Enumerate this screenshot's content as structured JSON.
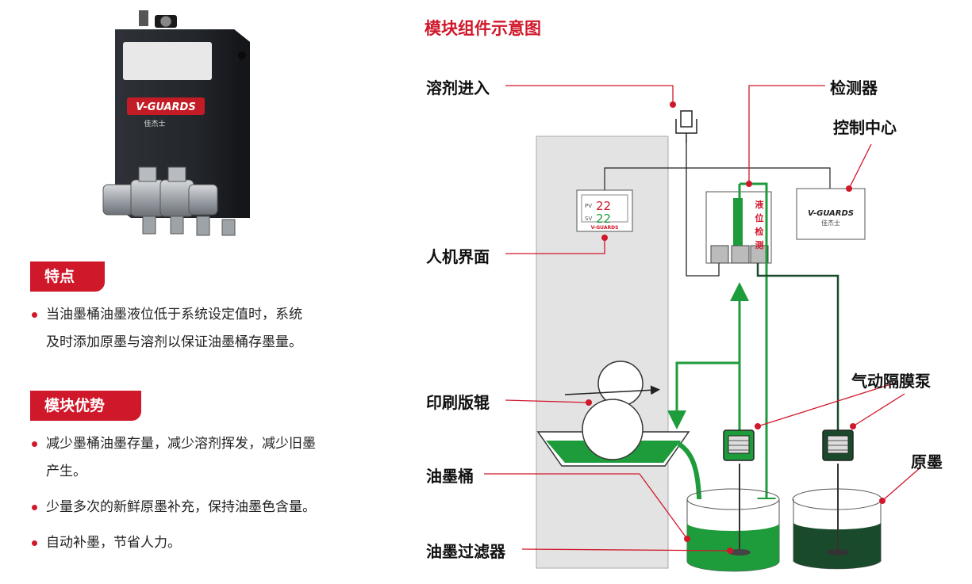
{
  "product": {
    "brand": "V-GUARDS",
    "brand_sub": "佳杰士"
  },
  "features": {
    "title": "特点",
    "items": [
      "当油墨桶油墨液位低于系统设定值时，系统",
      "及时添加原墨与溶剂以保证油墨桶存墨量。"
    ]
  },
  "advantages": {
    "title": "模块优势",
    "items": [
      "减少墨桶油墨存量，减少溶剂挥发，减少旧墨",
      "产生。",
      "少量多次的新鲜原墨补充，保持油墨色含量。",
      "自动补墨，节省人力。"
    ]
  },
  "diagram": {
    "title": "模块组件示意图",
    "labels": {
      "solvent_in": "溶剂进入",
      "detector": "检测器",
      "control_center": "控制中心",
      "hmi": "人机界面",
      "roller": "印刷版辊",
      "ink_bucket": "油墨桶",
      "ink_filter": "油墨过滤器",
      "pump": "气动隔膜泵",
      "raw_ink": "原墨"
    },
    "hmi_display": {
      "pv_label": "PV",
      "pv_value": "22",
      "sv_label": "SV",
      "sv_value": "22",
      "brand": "V-GUARDS"
    },
    "control_box": {
      "brand": "V-GUARDS",
      "brand_sub": "佳杰士"
    },
    "level_detect": [
      "液",
      "位",
      "检",
      "测"
    ]
  },
  "colors": {
    "accent_red": "#d0182b",
    "green": "#1e9c3c",
    "dark_green": "#1a4a2c",
    "wall_gray": "#e3e3e3"
  }
}
